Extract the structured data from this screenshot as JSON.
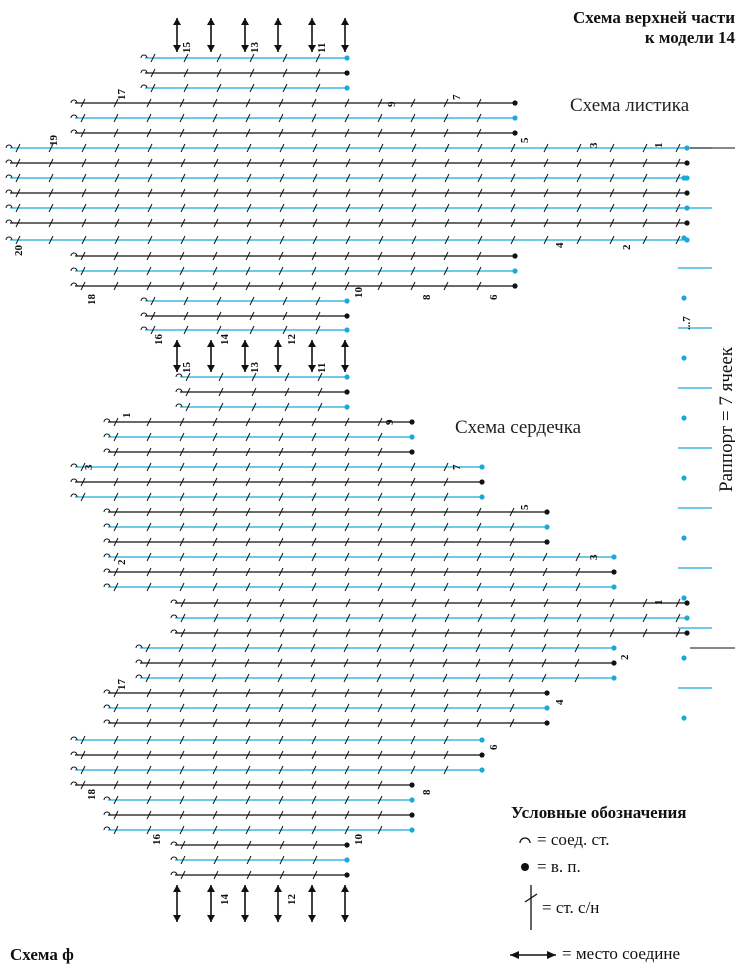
{
  "header": {
    "title_line1": "Схема верхней части",
    "title_line2": "к модели 14"
  },
  "sections": {
    "leaf_title": "Схема листика",
    "heart_title": "Схема сердечка"
  },
  "repeat_label": "Раппорт = 7 ячеек",
  "legend": {
    "heading": "Условные обозначения",
    "items": [
      {
        "symbol": "slip-stitch-icon",
        "text": "= соед. ст."
      },
      {
        "symbol": "chain-stitch-icon",
        "text": "= в. п."
      },
      {
        "symbol": "double-crochet-icon",
        "text": "= ст. с/н"
      },
      {
        "symbol": "join-arrow-icon",
        "text": "= место соедине"
      }
    ]
  },
  "footer_caption": "Схема ф",
  "row_numbers": {
    "leaf_top": [
      "15",
      "13",
      "11",
      "17",
      "9",
      "7",
      "19",
      "5",
      "3",
      "1",
      "20",
      "4",
      "2",
      "18",
      "10",
      "8",
      "6",
      "16",
      "14",
      "12"
    ],
    "heart": [
      "15",
      "13",
      "11",
      "1",
      "9",
      "3",
      "7",
      "5",
      "2",
      "3",
      "1",
      "2",
      "17",
      "4",
      "6",
      "18",
      "8",
      "16",
      "10",
      "14",
      "12"
    ],
    "repeat": [
      "...7"
    ]
  },
  "colors": {
    "blue": "#1ba9d8",
    "black": "#111111"
  }
}
